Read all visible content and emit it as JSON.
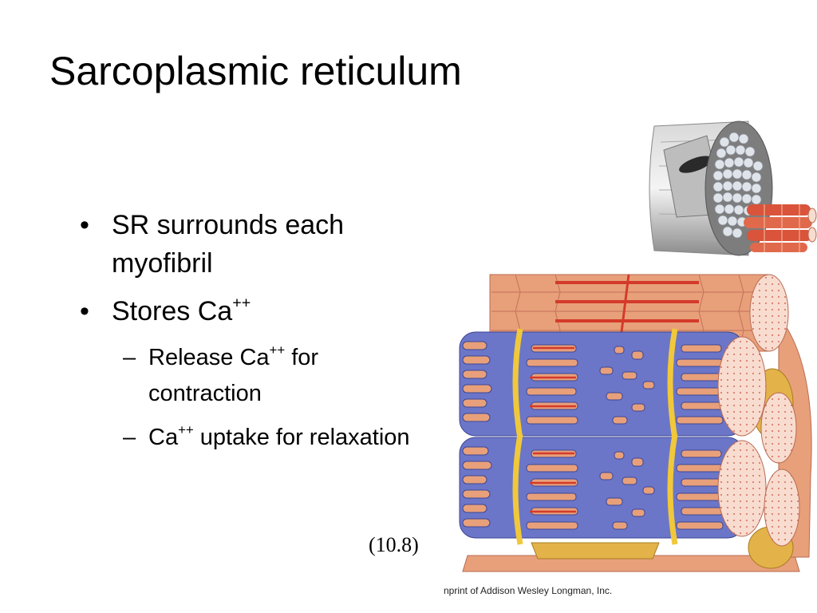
{
  "slide": {
    "title": "Sarcoplasmic reticulum",
    "bullets": [
      {
        "marker": "•",
        "text": "SR surrounds each myofibril"
      },
      {
        "marker": "•",
        "text_before": "Stores Ca",
        "superscript": "++",
        "sub_items": [
          {
            "marker": "–",
            "text_before": "Release Ca",
            "superscript": "++",
            "text_after": " for contraction"
          },
          {
            "marker": "–",
            "text_before": "Ca",
            "superscript": "++",
            "text_after": " uptake for relaxation"
          }
        ]
      }
    ],
    "figure_ref": "(10.8)",
    "credit": "nprint of Addison Wesley Longman, Inc."
  },
  "colors": {
    "background": "#ffffff",
    "fiber_orange": "#e8a07a",
    "myofibril_pink": "#f8dccf",
    "sr_blue": "#6b76c8",
    "t_tubule_yellow": "#f0c83a",
    "striation_red": "#d43a2a",
    "inset_gray": "#9a9a9a"
  }
}
